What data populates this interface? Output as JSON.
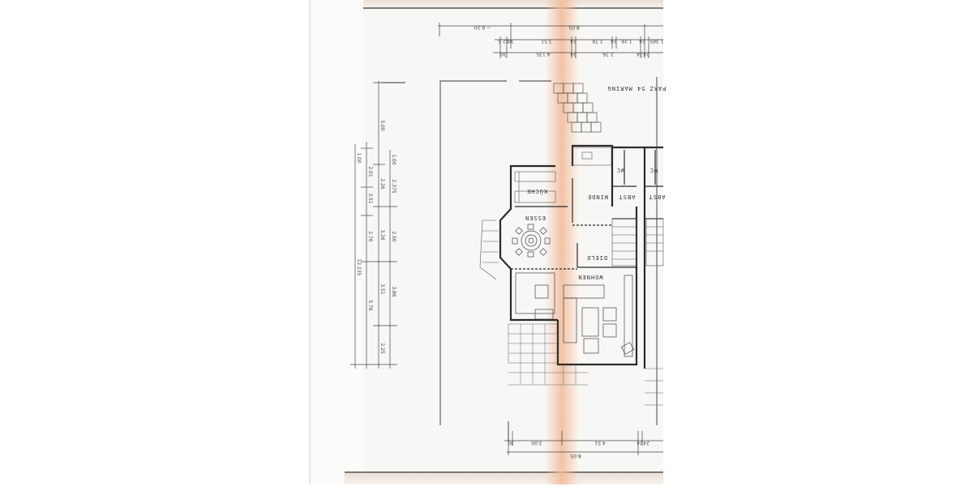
{
  "drawing": {
    "orientation": "rotated 180",
    "colors": {
      "paper": "#f7f7f5",
      "ink": "#333333",
      "fold_stain": "#f2b995"
    },
    "rooms": {
      "kuche": "KÜCHE",
      "essen": "ESSEN",
      "winde": "WINDE",
      "abst_1": "ABST",
      "abst_2": "ABST",
      "wc_1": "WC",
      "wc_2": "WC",
      "diele": "DIELE",
      "wohnen": "WOHNEN"
    },
    "parcel_label": "PARZ 54 MARING",
    "dimensions_top": {
      "overall_left": "~ 6.20",
      "overall": "8.05",
      "row1": [
        "62.5",
        "30",
        "3.51",
        "24",
        "2.76",
        "24",
        "1.26",
        "24",
        "1.365"
      ],
      "row2": [
        "30",
        "4.135",
        "24",
        "2.76",
        "24",
        "24"
      ]
    },
    "dimensions_left": {
      "col1": [
        "1.00",
        "12.235"
      ],
      "col2": [
        "2.01",
        "3.51",
        "2.76",
        "5.76"
      ],
      "col3": [
        "5.00",
        "2.26",
        "3.26",
        "3.51",
        "2.25"
      ],
      "col4": [
        "1.00",
        "2.375",
        "2.50",
        "3.86"
      ]
    },
    "dimensions_bottom": {
      "row1": [
        "30",
        "3.00",
        "4.51",
        "24",
        "24"
      ],
      "overall": "8.05"
    }
  }
}
